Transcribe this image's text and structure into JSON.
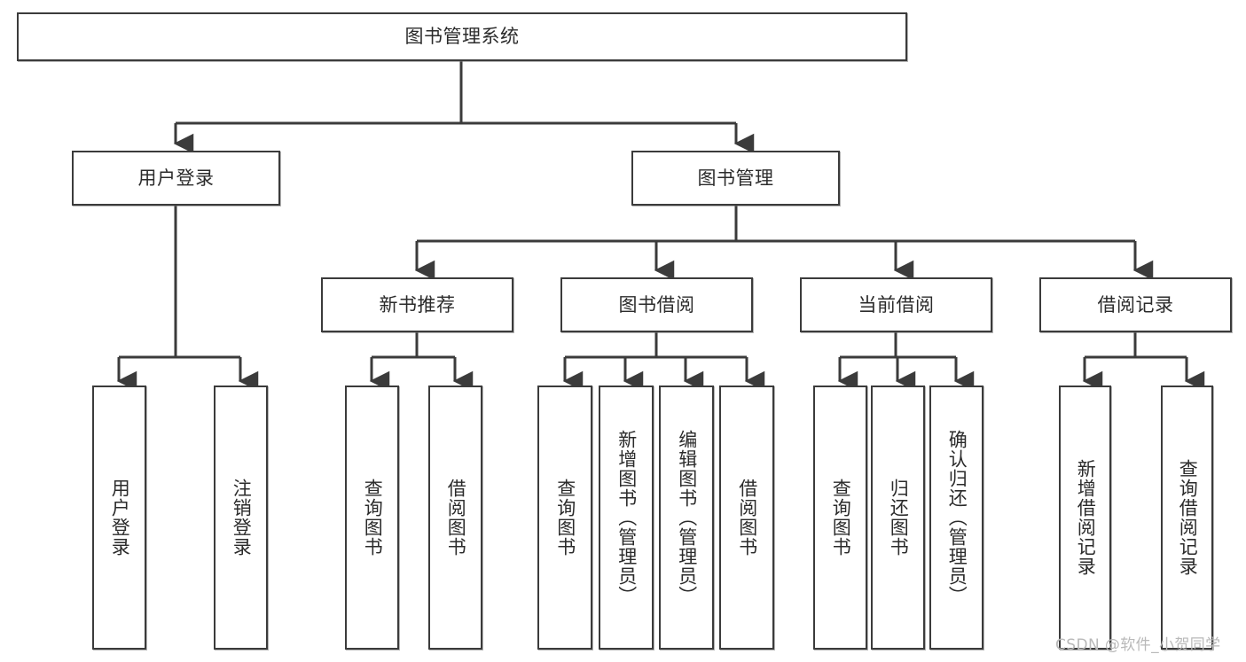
{
  "diagram": {
    "title": "图书管理系统",
    "watermark": "CSDN @软件_小贺同学",
    "edge_color": "#3b3b3b",
    "box_border_color": "#3b3b3b",
    "box_fill_color": "#ffffff",
    "text_color": "#2b2b2b",
    "watermark_color": "#b9b9b9",
    "nodes": {
      "root": {
        "label": "图书管理系统",
        "orientation": "horizontal"
      },
      "l2": [
        {
          "id": "user_login",
          "label": "用户登录",
          "orientation": "horizontal"
        },
        {
          "id": "book_manage",
          "label": "图书管理",
          "orientation": "horizontal"
        }
      ],
      "l3": [
        {
          "id": "new_book_rec",
          "label": "新书推荐",
          "orientation": "horizontal"
        },
        {
          "id": "book_borrow",
          "label": "图书借阅",
          "orientation": "horizontal"
        },
        {
          "id": "current_borrow",
          "label": "当前借阅",
          "orientation": "horizontal"
        },
        {
          "id": "borrow_record",
          "label": "借阅记录",
          "orientation": "horizontal"
        }
      ],
      "leaves": {
        "user_login": [
          {
            "id": "leaf_user_login",
            "label": "用户登录",
            "orientation": "vertical"
          },
          {
            "id": "leaf_logout",
            "label": "注销登录",
            "orientation": "vertical"
          }
        ],
        "new_book_rec": [
          {
            "id": "leaf_query_book_1",
            "label": "查询图书",
            "orientation": "vertical"
          },
          {
            "id": "leaf_borrow_book_1",
            "label": "借阅图书",
            "orientation": "vertical"
          }
        ],
        "book_borrow": [
          {
            "id": "leaf_query_book_2",
            "label": "查询图书",
            "orientation": "vertical"
          },
          {
            "id": "leaf_add_book",
            "label": "新增图书（管理员）",
            "orientation": "vertical"
          },
          {
            "id": "leaf_edit_book",
            "label": "编辑图书（管理员）",
            "orientation": "vertical"
          },
          {
            "id": "leaf_borrow_book_2",
            "label": "借阅图书",
            "orientation": "vertical"
          }
        ],
        "current_borrow": [
          {
            "id": "leaf_query_book_3",
            "label": "查询图书",
            "orientation": "vertical"
          },
          {
            "id": "leaf_return_book",
            "label": "归还图书",
            "orientation": "vertical"
          },
          {
            "id": "leaf_confirm_return",
            "label": "确认归还（管理员）",
            "orientation": "vertical"
          }
        ],
        "borrow_record": [
          {
            "id": "leaf_add_record",
            "label": "新增借阅记录",
            "orientation": "vertical"
          },
          {
            "id": "leaf_query_record",
            "label": "查询借阅记录",
            "orientation": "vertical"
          }
        ]
      }
    }
  }
}
